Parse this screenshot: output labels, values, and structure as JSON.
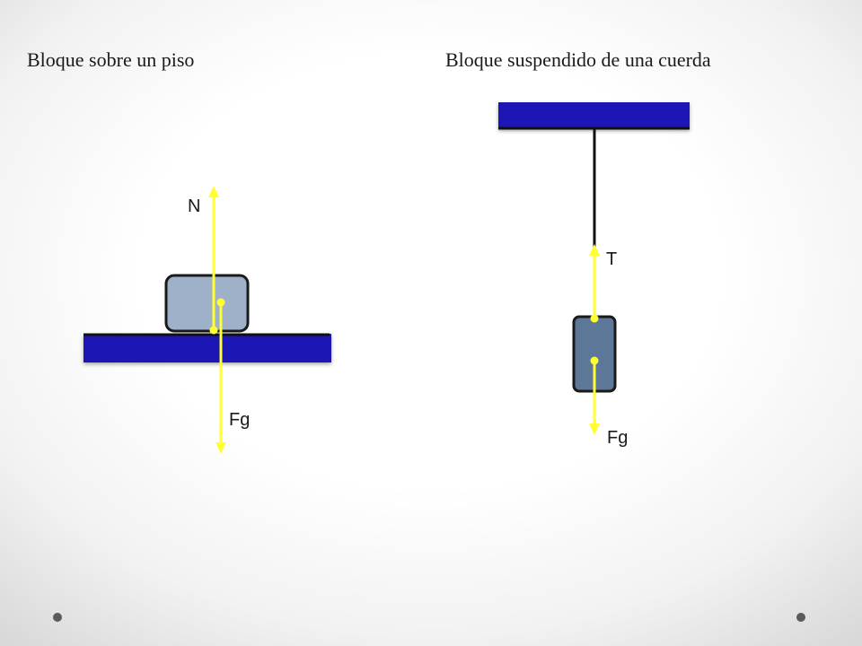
{
  "diagram": {
    "left_panel": {
      "title": "Bloque sobre un piso",
      "normal_force_label": "N",
      "weight_force_label": "Fg"
    },
    "right_panel": {
      "title": "Bloque suspendido de una cuerda",
      "tension_force_label": "T",
      "weight_force_label": "Fg"
    }
  },
  "colors": {
    "floor": "#1e14b4",
    "ceiling": "#1e14b4",
    "block_light": "#9fb0c9",
    "block_dark": "#5d7799",
    "force_arrow": "#ffff33",
    "rope": "#111111"
  }
}
